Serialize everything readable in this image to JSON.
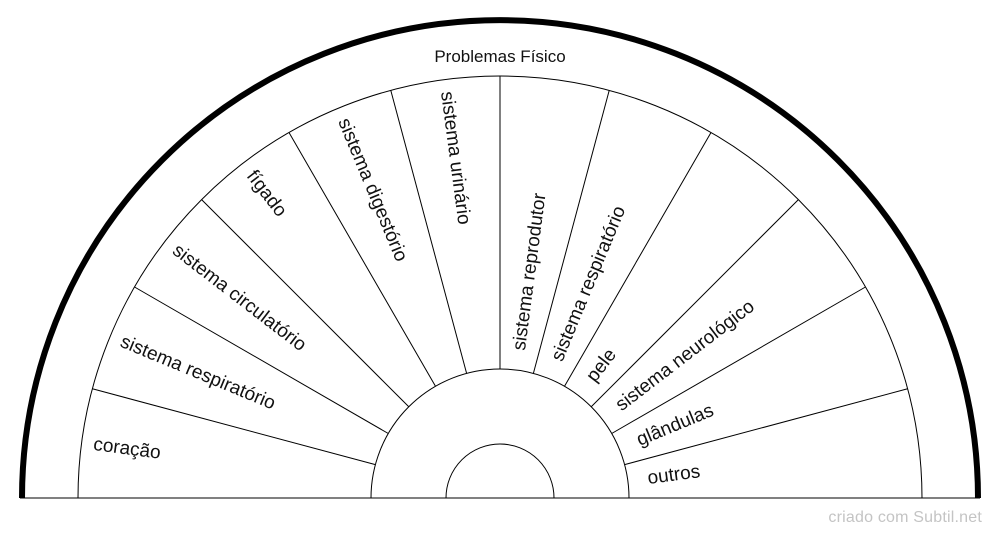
{
  "title": "Problemas Físico",
  "segments": [
    "coração",
    "sistema respiratório",
    "sistema circulatório",
    "fígado",
    "sistema digestório",
    "sistema urinário",
    "sistema reprodutor",
    "sistema respiratório",
    "pele",
    "sistema neurológico",
    "glândulas",
    "outros"
  ],
  "credit": "criado com Subtil.net",
  "colors": {
    "line": "#000000",
    "credit": "#c4c4c4",
    "background": "#ffffff"
  }
}
